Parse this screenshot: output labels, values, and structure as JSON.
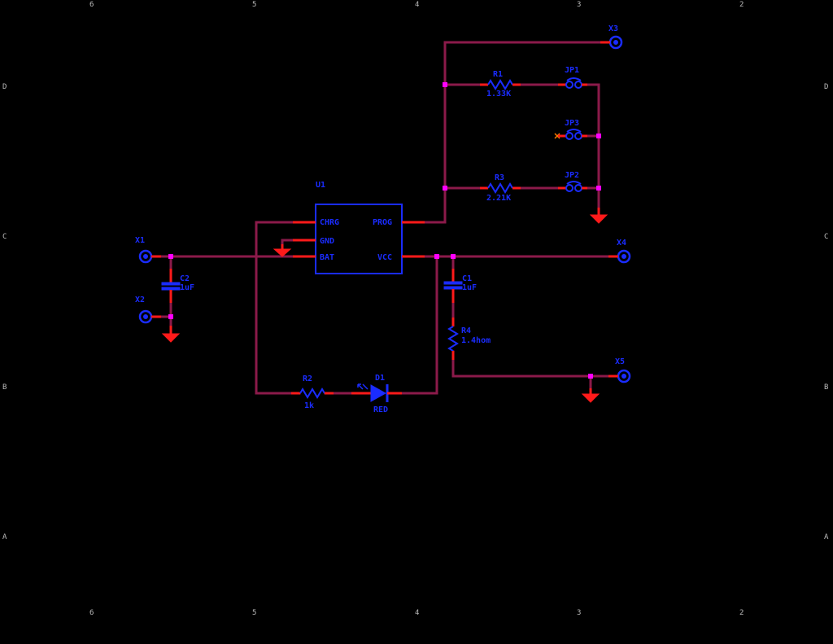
{
  "frame": {
    "top": [
      "6",
      "5",
      "4",
      "3",
      "2"
    ],
    "bottom": [
      "6",
      "5",
      "4",
      "3",
      "2"
    ],
    "left": [
      "D",
      "C",
      "B",
      "A"
    ],
    "right": [
      "D",
      "C",
      "B",
      "A"
    ]
  },
  "components": {
    "U1": {
      "ref": "U1",
      "pins": {
        "chrg": "CHRG",
        "gnd": "GND",
        "bat": "BAT",
        "prog": "PROG",
        "vcc": "VCC"
      }
    },
    "R1": {
      "ref": "R1",
      "value": "1.33K"
    },
    "R2": {
      "ref": "R2",
      "value": "1k"
    },
    "R3": {
      "ref": "R3",
      "value": "2.21K"
    },
    "R4": {
      "ref": "R4",
      "value": "1.4hom"
    },
    "C1": {
      "ref": "C1",
      "value": "1uF"
    },
    "C2": {
      "ref": "C2",
      "value": "1uF"
    },
    "D1": {
      "ref": "D1",
      "value": "RED"
    },
    "JP1": {
      "ref": "JP1"
    },
    "JP2": {
      "ref": "JP2"
    },
    "JP3": {
      "ref": "JP3"
    },
    "X1": {
      "ref": "X1"
    },
    "X2": {
      "ref": "X2"
    },
    "X3": {
      "ref": "X3"
    },
    "X4": {
      "ref": "X4"
    },
    "X5": {
      "ref": "X5"
    }
  },
  "colors": {
    "wire": "#8b1a4a",
    "pin": "#ff1a1a",
    "component": "#1a2cff",
    "junction": "#ff00ff",
    "ground": "#ff1a1a",
    "background": "#000000"
  }
}
